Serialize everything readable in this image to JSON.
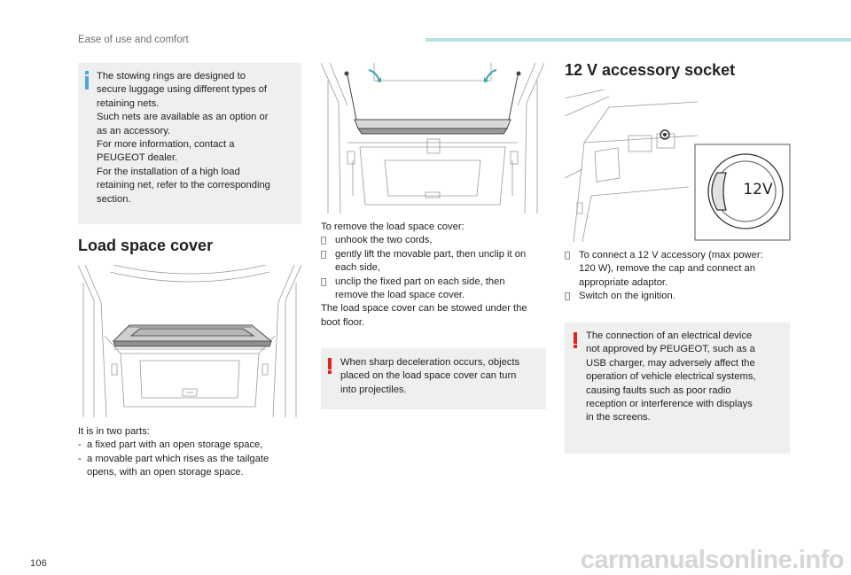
{
  "header": {
    "section_title": "Ease of use and comfort"
  },
  "footer": {
    "page_number": "106",
    "watermark": "carmanualsonline.info"
  },
  "col1": {
    "info_lines": [
      "The stowing rings are designed to",
      "secure luggage using different types of",
      "retaining nets.",
      "Such nets are available as an option or",
      "as an accessory.",
      "For more information, contact a",
      "PEUGEOT dealer.",
      "For the installation of a high load",
      "retaining net, refer to the corresponding",
      "section."
    ],
    "heading": "Load space cover",
    "intro": "It is in two parts:",
    "bullet_mark": "-",
    "item1": "a fixed part with an open storage space,",
    "item2_line1": "a movable part which rises as the tailgate",
    "item2_line2": "opens, with an open storage space."
  },
  "col2": {
    "intro": "To remove the load space cover:",
    "step_mark": "",
    "step1": "unhook the two cords,",
    "step2_line1": "gently lift the movable part, then unclip it on",
    "step2_line2": "each side,",
    "step3_line1": "unclip the fixed part on each side, then",
    "step3_line2": "remove the load space cover.",
    "stow_line1": "The load space cover can be stowed under the",
    "stow_line2": "boot floor.",
    "warning_lines": [
      "When sharp deceleration occurs, objects",
      "placed on the load space cover can turn",
      "into projectiles."
    ]
  },
  "col3": {
    "heading": "12 V accessory socket",
    "socket_label": "12V",
    "step_mark": "",
    "step1_line1": "To connect a 12 V accessory (max power:",
    "step1_line2": "120 W), remove the cap and connect an",
    "step1_line3": "appropriate adaptor.",
    "step2": "Switch on the ignition.",
    "warning_lines": [
      "The connection of an electrical device",
      "not approved by PEUGEOT, such as a",
      "USB charger, may adversely affect the",
      "operation of vehicle electrical systems,",
      "causing faults such as poor radio",
      "reception or interference with displays",
      "in the screens."
    ]
  },
  "colors": {
    "info_accent": "#4aa8de",
    "warning_accent": "#e2231a",
    "box_background": "#edf0ef",
    "header_bar": "#b8e2e3"
  },
  "icons": [
    "info-icon",
    "warning-icon",
    "checkbox-bullet-icon"
  ]
}
